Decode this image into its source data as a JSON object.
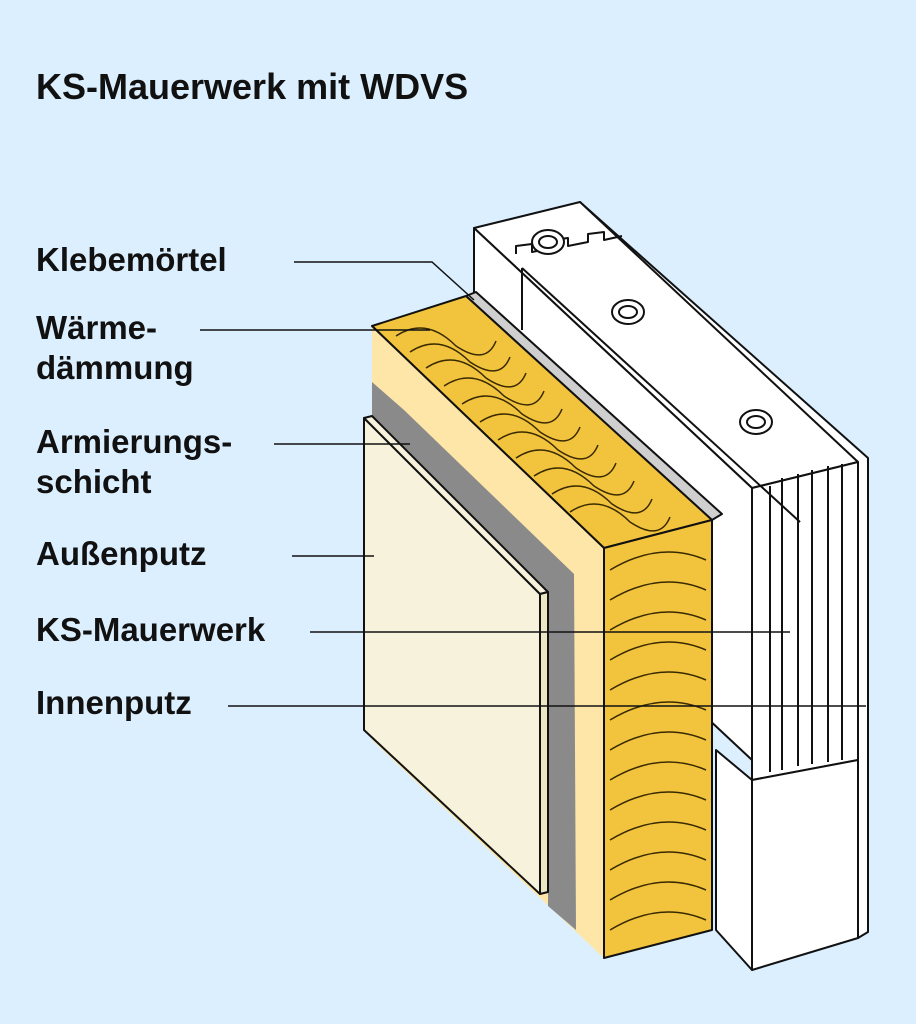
{
  "title": "KS-Mauerwerk mit WDVS",
  "labels": {
    "klebemoertel": "Klebemörtel",
    "waerme_1": "Wärme-",
    "waerme_2": "dämmung",
    "armierung_1": "Armierungs-",
    "armierung_2": "schicht",
    "aussenputz": "Außenputz",
    "mauerwerk": "KS-Mauerwerk",
    "innenputz": "Innenputz"
  },
  "colors": {
    "background": "#dcefff",
    "insulation": "#f2c43d",
    "insulation_light": "#fde6a8",
    "armierung": "#8a8a8a",
    "aussenputz": "#f6f2dc",
    "masonry": "#ffffff",
    "outline": "#111111"
  }
}
